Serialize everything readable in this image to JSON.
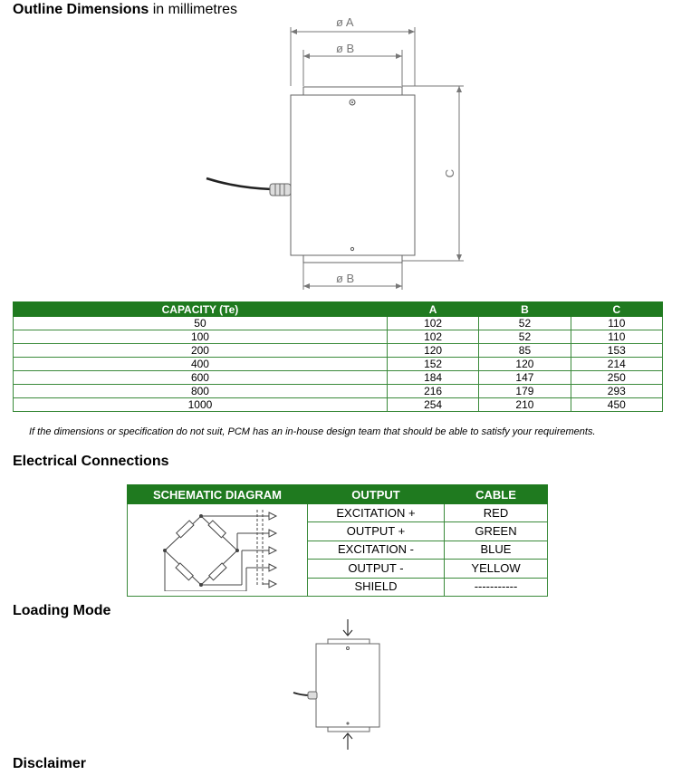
{
  "outline": {
    "title": "Outline Dimensions",
    "unit": "in millimetres",
    "labels": {
      "a": "ø A",
      "b_top": "ø B",
      "b_bottom": "ø B",
      "c": "C"
    }
  },
  "dims_table": {
    "headers": [
      "CAPACITY (Te)",
      "A",
      "B",
      "C"
    ],
    "rows": [
      [
        "50",
        "102",
        "52",
        "110"
      ],
      [
        "100",
        "102",
        "52",
        "110"
      ],
      [
        "200",
        "120",
        "85",
        "153"
      ],
      [
        "400",
        "152",
        "120",
        "214"
      ],
      [
        "600",
        "184",
        "147",
        "250"
      ],
      [
        "800",
        "216",
        "179",
        "293"
      ],
      [
        "1000",
        "254",
        "210",
        "450"
      ]
    ],
    "note": "If the dimensions or specification do not suit, PCM has an in-house design team that should be able to satisfy your requirements."
  },
  "electrical": {
    "title": "Electrical Connections",
    "headers": [
      "SCHEMATIC DIAGRAM",
      "OUTPUT",
      "CABLE"
    ],
    "rows": [
      {
        "output": "EXCITATION +",
        "cable": "RED"
      },
      {
        "output": "OUTPUT +",
        "cable": "GREEN"
      },
      {
        "output": "EXCITATION -",
        "cable": "BLUE"
      },
      {
        "output": "OUTPUT -",
        "cable": "YELLOW"
      },
      {
        "output": "SHIELD",
        "cable": "-----------"
      }
    ]
  },
  "loading": {
    "title": "Loading Mode"
  },
  "disclaimer": {
    "title": "Disclaimer"
  },
  "colors": {
    "header_green": "#1f7a1f",
    "border_green": "#3a8a3a"
  }
}
